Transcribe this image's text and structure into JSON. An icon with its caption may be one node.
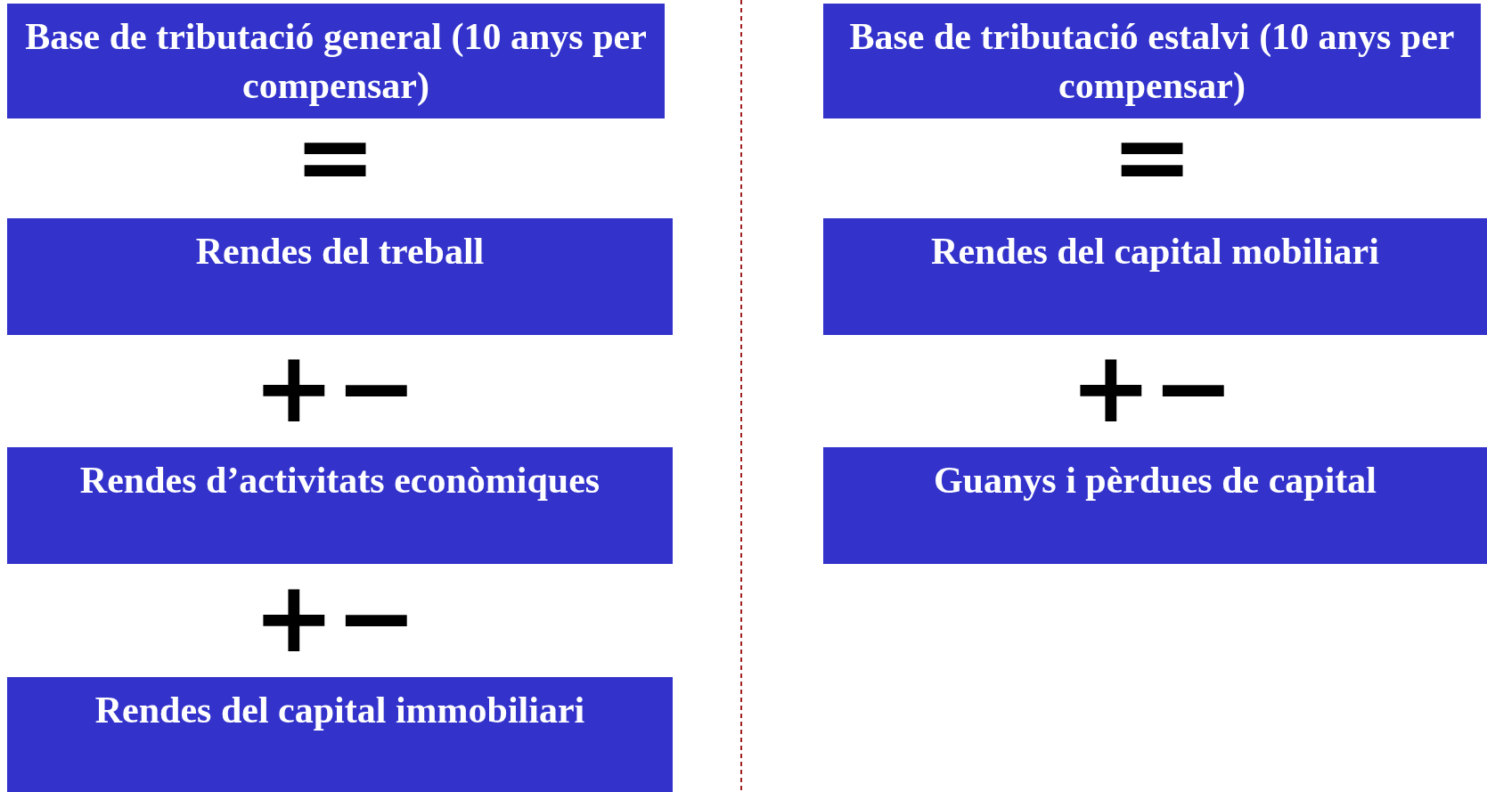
{
  "diagram": {
    "nodes": [
      {
        "text": [
          "Base de tributació general (10 anys per compensar)"
        ]
      },
      {
        "text": [
          "Rendes del treball"
        ]
      },
      {
        "text": [
          "Rendes d’activitats econòmiques"
        ]
      },
      {
        "text": [
          "Rendes del capital immobiliari"
        ]
      },
      {
        "text": [
          "Base de tributació estalvi (10 anys per compensar)"
        ]
      },
      {
        "text": [
          "Rendes del capital mobiliari"
        ]
      },
      {
        "text": [
          "Guanys i pèrdues de capital"
        ]
      }
    ],
    "labels": [
      "=",
      "+−",
      "+−",
      "=",
      "+−"
    ]
  }
}
